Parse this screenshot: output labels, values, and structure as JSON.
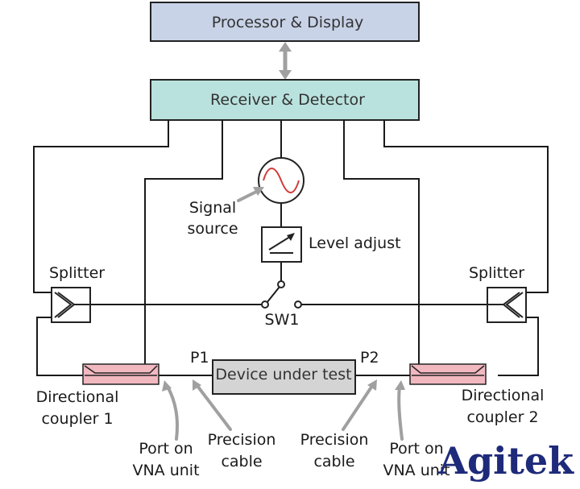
{
  "blocks": {
    "processor": {
      "label": "Processor & Display",
      "fill": "#c8d3e8"
    },
    "receiver": {
      "label": "Receiver & Detector",
      "fill": "#b9e2de"
    },
    "dut": {
      "label": "Device under test",
      "fill": "#d4d4d4"
    }
  },
  "labels": {
    "signal_source": [
      "Signal",
      "source"
    ],
    "level_adjust": "Level adjust",
    "splitter_left": "Splitter",
    "splitter_right": "Splitter",
    "sw1": "SW1",
    "p1": "P1",
    "p2": "P2",
    "coupler_left": [
      "Directional",
      "coupler 1"
    ],
    "coupler_right": [
      "Directional",
      "coupler 2"
    ],
    "port_left": [
      "Port on",
      "VNA unit"
    ],
    "port_right": [
      "Port on",
      "VNA unit"
    ],
    "cable_left": [
      "Precision",
      "cable"
    ],
    "cable_right": [
      "Precision",
      "cable"
    ]
  },
  "logo": {
    "text": "Agitek",
    "color": "#1e2a7a"
  },
  "colors": {
    "coupler_fill": "#f2b8c0",
    "arrow": "#a0a0a0"
  }
}
